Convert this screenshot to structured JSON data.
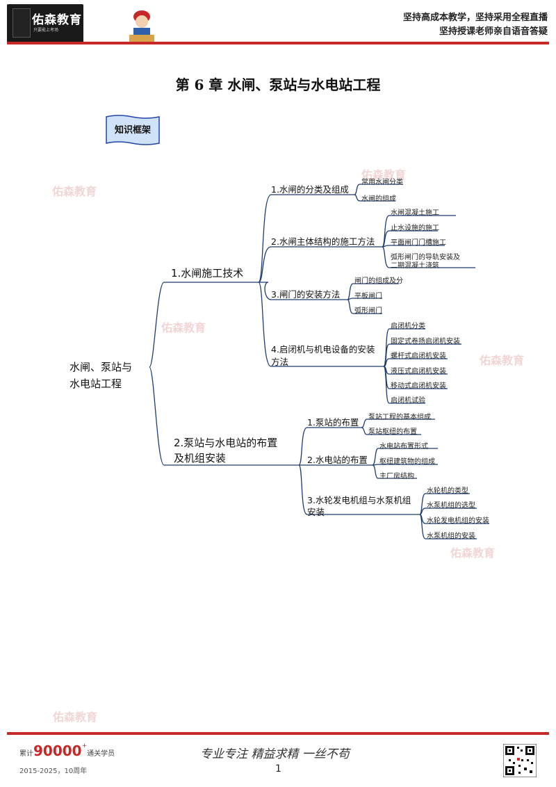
{
  "header": {
    "logo_text": "佑森教育",
    "logo_sub": "只要能上考场",
    "slogan_line1": "坚持高成本教学，坚持采用全程直播",
    "slogan_line2": "坚持授课老师亲自语音答疑"
  },
  "page_title": "第 6 章  水闸、泵站与水电站工程",
  "framework_label": "知识框架",
  "mindmap": {
    "root": [
      "水闸、泵站与",
      "水电站工程"
    ],
    "l1": [
      "1.水闸施工技术",
      "2.泵站与水电站的布置",
      "及机组安装"
    ],
    "l2": [
      "1.水闸的分类及组成",
      "2.水闸主体结构的施工方法",
      "3.闸门的安装方法",
      "4.启闭机与机电设备的安装",
      "方法",
      "1.泵站的布置",
      "2.水电站的布置",
      "3.水轮发电机组与水泵机组",
      "安装"
    ],
    "leaves": [
      "常用水闸分类",
      "水闸的组成",
      "水闸混凝土施工",
      "止水设施的施工",
      "平面闸门门槽施工",
      "弧形闸门的导轨安装及",
      "二期混凝土浇筑",
      "闸门的组成及分",
      "平板闸门",
      "弧形闸门",
      "启闭机分类",
      "固定式卷扬启闭机安装",
      "螺杆式启闭机安装",
      "液压式启闭机安装",
      "移动式启闭机安装",
      "启闭机试验",
      "泵站工程的基本组成",
      "泵站枢纽的布置",
      "水电站布置形式",
      "枢纽建筑物的组成",
      "主厂房结构",
      "水轮机的类型",
      "水泵机组的选型",
      "水轮发电机组的安装",
      "水泵机组的安装"
    ]
  },
  "watermark": "佑森教育",
  "footer": {
    "count_prefix": "累计",
    "count_value": "90000",
    "count_suffix": "通关学员",
    "years": "2015-2025，10周年",
    "signature": "专业专注    精益求精 一丝不苟",
    "page_number": "1"
  },
  "colors": {
    "accent_red": "#c62828",
    "branch_line": "#1f3b6e"
  }
}
